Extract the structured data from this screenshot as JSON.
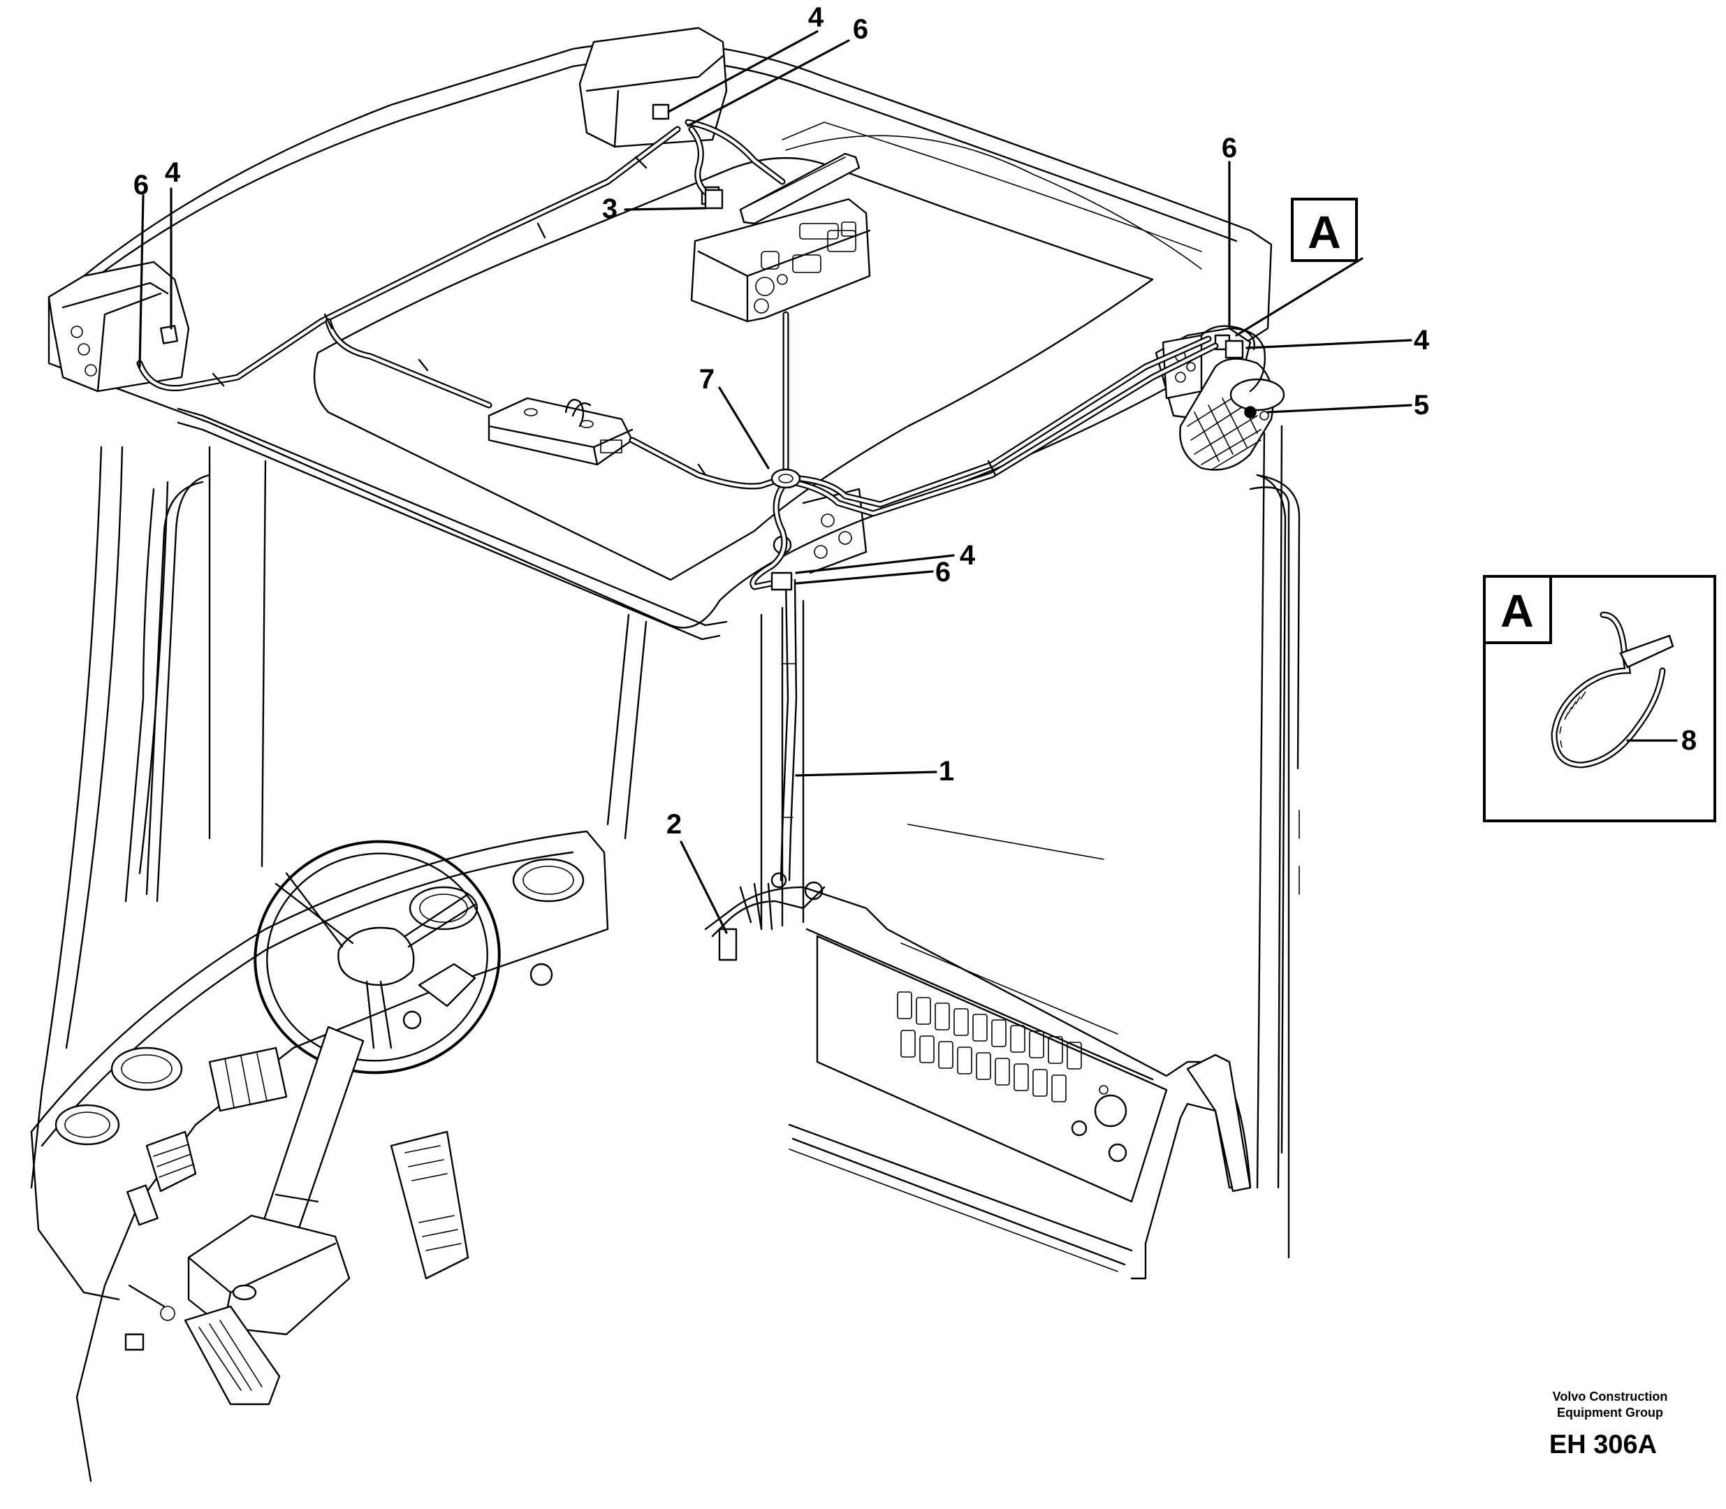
{
  "callouts": {
    "c1": "1",
    "c2": "2",
    "c3": "3",
    "c4_top": "4",
    "c6_top": "6",
    "c6_left": "6",
    "c4_left": "4",
    "c7": "7",
    "c6_right": "6",
    "c4_right": "4",
    "c5": "5",
    "c4_center": "4",
    "c6_center": "6",
    "c8": "8"
  },
  "detail_labels": {
    "main_view": "A",
    "detail_box": "A"
  },
  "credit": {
    "line1": "Volvo Construction",
    "line2": "Equipment Group"
  },
  "figure_id": "EH 306A"
}
